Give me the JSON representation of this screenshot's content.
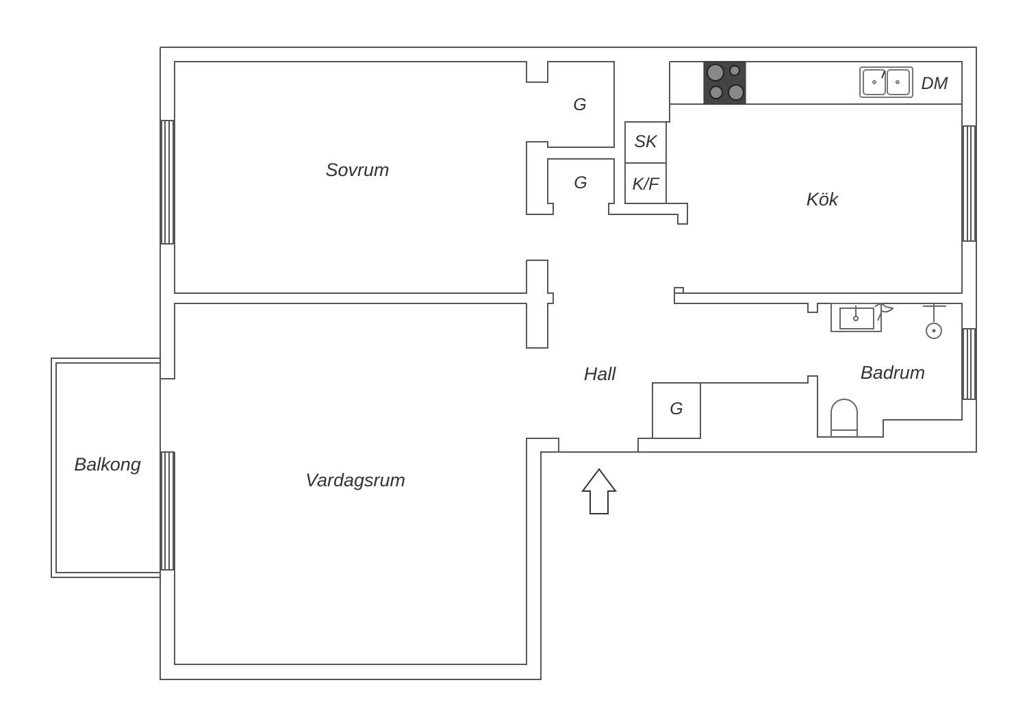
{
  "rooms": {
    "sovrum": "Sovrum",
    "vardagsrum": "Vardagsrum",
    "balkong": "Balkong",
    "hall": "Hall",
    "kok": "Kök",
    "badrum": "Badrum",
    "closet_1": "G",
    "closet_2": "G",
    "closet_3": "G",
    "pantry": "SK",
    "fridge_freezer": "K/F",
    "dishwasher": "DM"
  },
  "colors": {
    "wall": "#555555",
    "stove": "#444444",
    "label": "#333333"
  },
  "icons": [
    "entrance-arrow-icon",
    "stove-icon",
    "kitchen-sink-icon",
    "toilet-icon",
    "washbasin-icon",
    "shower-icon",
    "window-icon"
  ]
}
